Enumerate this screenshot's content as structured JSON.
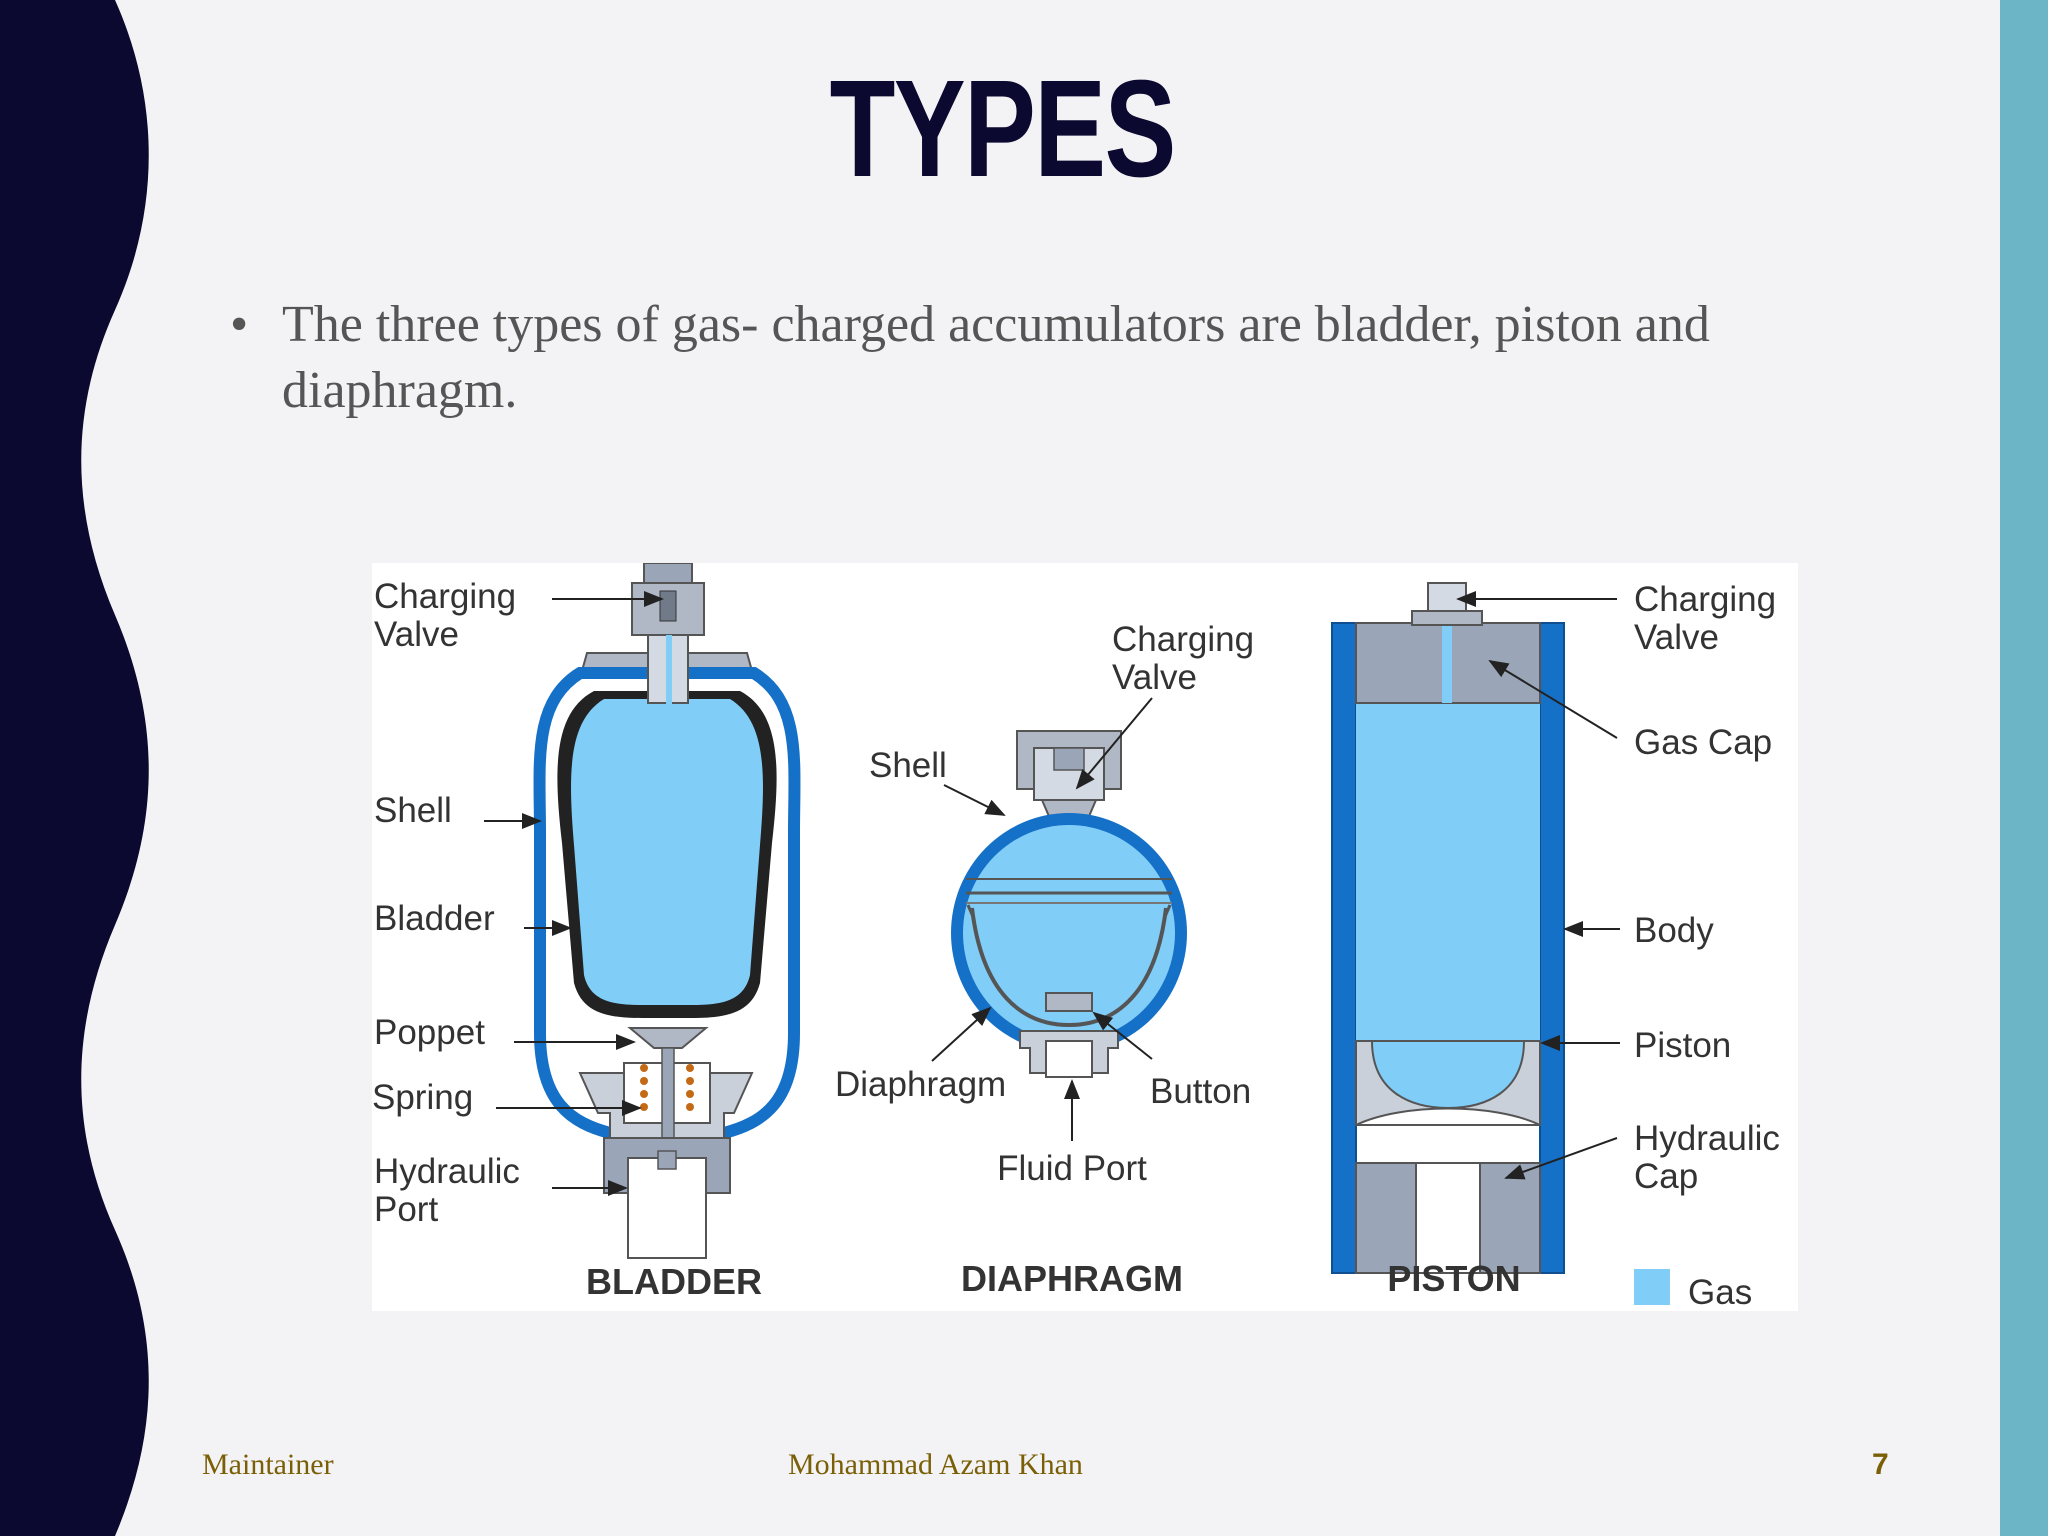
{
  "slide": {
    "title": "TYPES",
    "bullet": "The three types of gas-  charged accumulators are  bladder, piston and diaphragm.",
    "footer_left": "Maintainer",
    "footer_center": "Mohammad Azam Khan",
    "page_number": "7"
  },
  "diagram": {
    "bladder": {
      "name": "BLADDER",
      "labels": [
        "Charging",
        "Valve",
        "Shell",
        "Bladder",
        "Poppet",
        "Spring",
        "Hydraulic",
        "Port"
      ]
    },
    "diaphragm": {
      "name": "DIAPHRAGM",
      "labels": [
        "Charging",
        "Valve",
        "Shell",
        "Diaphragm",
        "Button",
        "Fluid Port"
      ]
    },
    "piston": {
      "name": "PISTON",
      "labels": [
        "Charging",
        "Valve",
        "Gas Cap",
        "Body",
        "Piston",
        "Hydraulic",
        "Cap"
      ]
    },
    "legend": "Gas"
  },
  "colors": {
    "navy": "#0b0930",
    "teal": "#6bb5c6",
    "gas_blue": "#80cdf8",
    "shell_blue": "#1570c8",
    "metal_gray": "#9aa6b8",
    "footer_gold": "#7a5f06"
  }
}
